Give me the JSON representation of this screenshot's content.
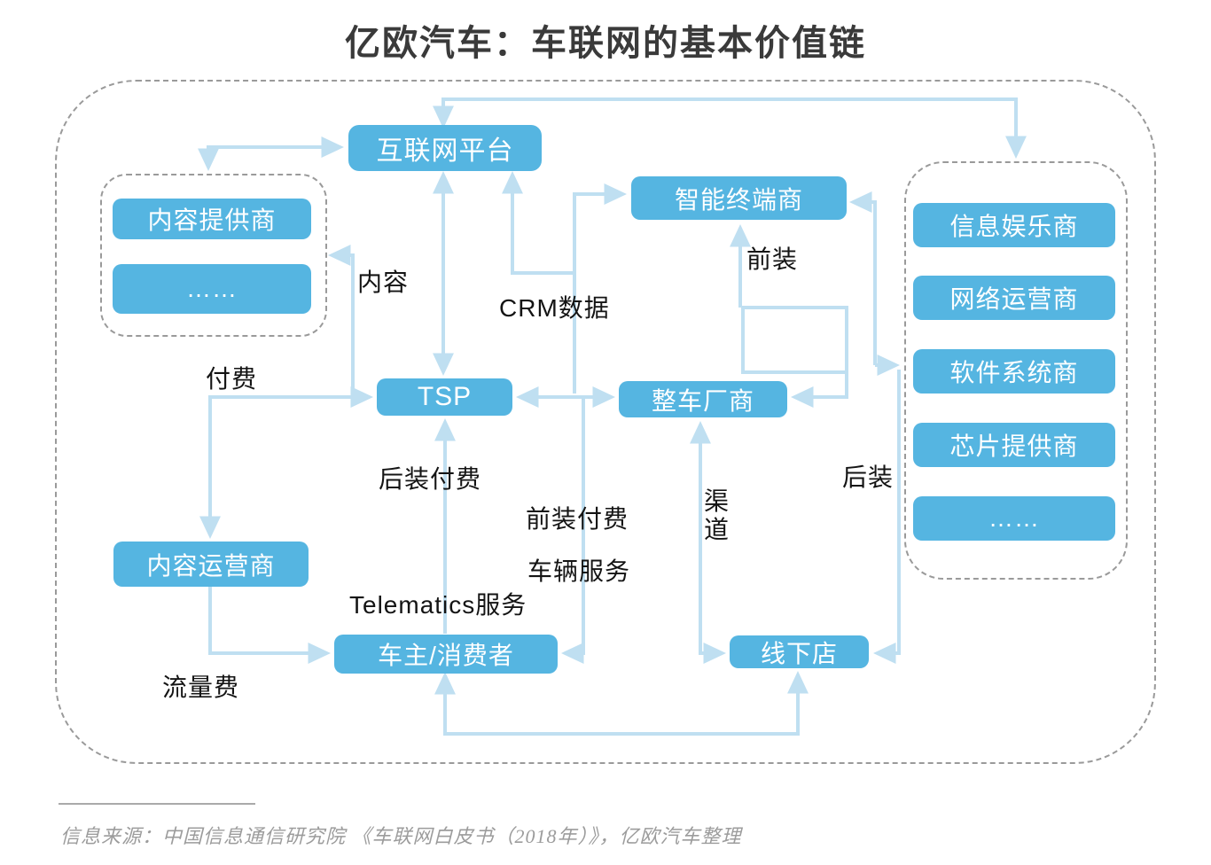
{
  "title": "亿欧汽车：车联网的基本价值链",
  "colors": {
    "box_fill": "#55B5E1",
    "arrow": "#BFDFF1",
    "label_ink": "#141414",
    "title_ink": "#3a3a3a",
    "footer_ink": "#9c9c9c",
    "dashed_border": "#9a9a9a"
  },
  "nodes": {
    "internet_platform": "互联网平台",
    "content_provider": "内容提供商",
    "left_ellipsis": "……",
    "smart_terminal": "智能终端商",
    "infotainment": "信息娱乐商",
    "network_operator": "网络运营商",
    "software_system": "软件系统商",
    "chip_provider": "芯片提供商",
    "right_ellipsis": "……",
    "tsp": "TSP",
    "oem": "整车厂商",
    "content_operator": "内容运营商",
    "consumer": "车主/消费者",
    "offline_store": "线下店"
  },
  "edge_labels": {
    "content": "内容",
    "crm_data": "CRM数据",
    "front_install": "前装",
    "pay": "付费",
    "aftermarket_pay": "后装付费",
    "front_install_pay": "前装付费",
    "vehicle_service": "车辆服务",
    "channel": "渠道",
    "aftermarket": "后装",
    "telematics_service": "Telematics服务",
    "traffic_fee": "流量费"
  },
  "footer": {
    "source": "信息来源：中国信息通信研究院 《车联网白皮书（2018年）》，亿欧汽车整理"
  }
}
